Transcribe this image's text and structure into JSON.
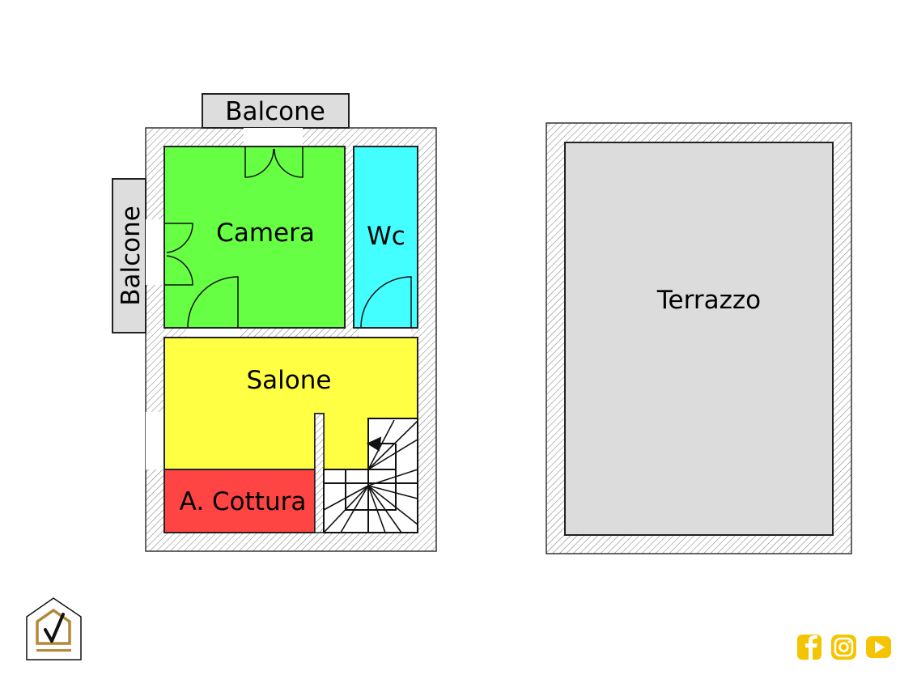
{
  "plan": {
    "rooms": [
      {
        "name": "Camera",
        "color": "#66ff44"
      },
      {
        "name": "Wc",
        "color": "#44ffff"
      },
      {
        "name": "Salone",
        "color": "#ffff44"
      },
      {
        "name": "A. Cottura",
        "color": "#ff4444"
      }
    ],
    "balcony_top": "Balcone",
    "balcony_left": "Balcone",
    "balcony_color": "#dddddd",
    "terrace": {
      "name": "Terrazzo",
      "color": "#dcdcdc"
    }
  },
  "brand": {
    "logo_icon": "house-check-logo",
    "accent": "#b5873a"
  },
  "social": {
    "icons": [
      "facebook-icon",
      "instagram-icon",
      "youtube-icon"
    ],
    "color": "#f5c400"
  }
}
